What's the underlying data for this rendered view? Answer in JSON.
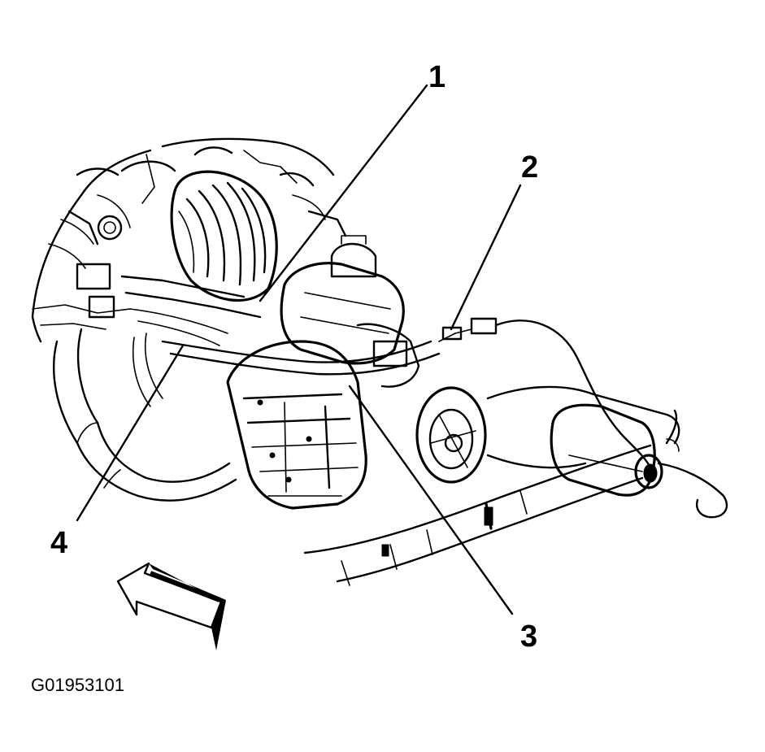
{
  "callouts": [
    {
      "label": "1"
    },
    {
      "label": "2"
    },
    {
      "label": "3"
    },
    {
      "label": "4"
    }
  ],
  "figure_id": "G01953101",
  "icons": {
    "direction_arrow": "front-direction-arrow-icon"
  },
  "colors": {
    "ink": "#000000",
    "background": "#ffffff"
  }
}
